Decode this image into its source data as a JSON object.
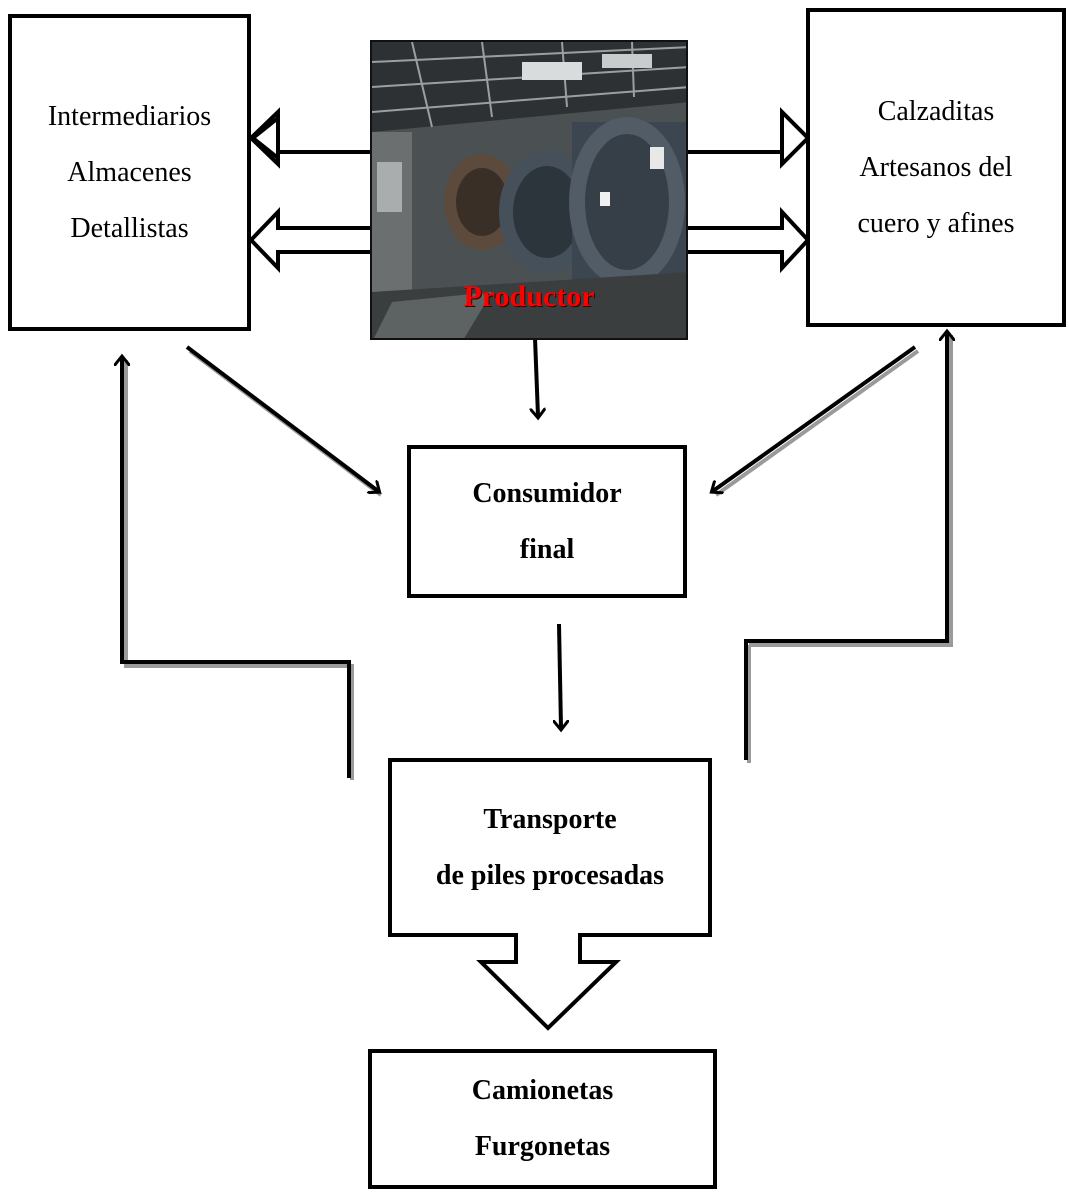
{
  "nodes": {
    "intermediarios": {
      "lines": [
        "Intermediarios",
        "Almacenes",
        "Detallistas"
      ]
    },
    "productor": {
      "label": "Productor"
    },
    "calzaditas": {
      "lines": [
        "Calzaditas",
        "Artesanos del",
        "cuero y afines"
      ]
    },
    "consumidor": {
      "lines": [
        "Consumidor",
        "final"
      ]
    },
    "transporte": {
      "lines": [
        "Transporte",
        "de piles procesadas"
      ]
    },
    "camionetas": {
      "lines": [
        "Camionetas",
        "Furgonetas"
      ]
    }
  },
  "colors": {
    "line": "#000000",
    "shadow": "#999999",
    "productor_label": "#ff0000"
  }
}
